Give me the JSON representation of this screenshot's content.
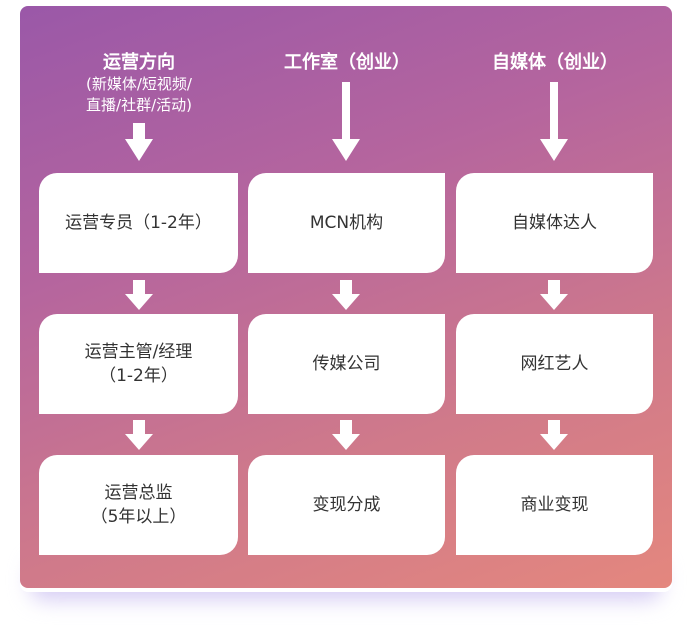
{
  "columns": [
    {
      "title": "运营方向",
      "subtitle_line1": "(新媒体/短视频/",
      "subtitle_line2": "直播/社群/活动)",
      "steps": [
        {
          "line1": "运营专员（1-2年）"
        },
        {
          "line1": "运营主管/经理",
          "line2": "（1-2年）"
        },
        {
          "line1": "运营总监",
          "line2": "（5年以上）"
        }
      ]
    },
    {
      "title": "工作室（创业）",
      "steps": [
        {
          "line1": "MCN机构"
        },
        {
          "line1": "传媒公司"
        },
        {
          "line1": "变现分成"
        }
      ]
    },
    {
      "title": "自媒体（创业）",
      "steps": [
        {
          "line1": "自媒体达人"
        },
        {
          "line1": "网红艺人"
        },
        {
          "line1": "商业变现"
        }
      ]
    }
  ],
  "colors": {
    "gradient_start": "#9a58a8",
    "gradient_end": "#e4877e",
    "box": "#ffffff",
    "text": "#333333"
  }
}
